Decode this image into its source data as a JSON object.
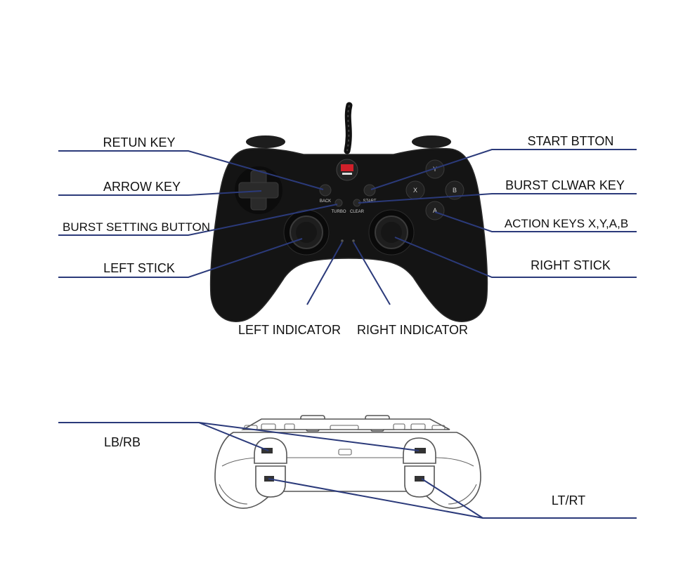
{
  "callouts": {
    "return_key": "RETUN KEY",
    "start_button": "START BTTON",
    "arrow_key": "ARROW KEY",
    "burst_clear_key": "BURST CLWAR KEY",
    "burst_setting_button": "BURST SETTING BUTTON",
    "action_keys": "ACTION KEYS X,Y,A,B",
    "left_stick": "LEFT STICK",
    "right_stick": "RIGHT STICK",
    "left_indicator": "LEFT INDICATOR",
    "right_indicator": "RIGHT INDICATOR",
    "lb_rb": "LB/RB",
    "lt_rt": "LT/RT"
  },
  "controller_face": {
    "back": "BACK",
    "start": "START",
    "turbo": "TURBO",
    "clear": "CLEAR",
    "button_x": "X",
    "button_y": "Y",
    "button_a": "A",
    "button_b": "B"
  },
  "colors": {
    "leader_line": "#2b3a7a",
    "controller_body": "#141414",
    "indicator_red": "#d0202a"
  }
}
